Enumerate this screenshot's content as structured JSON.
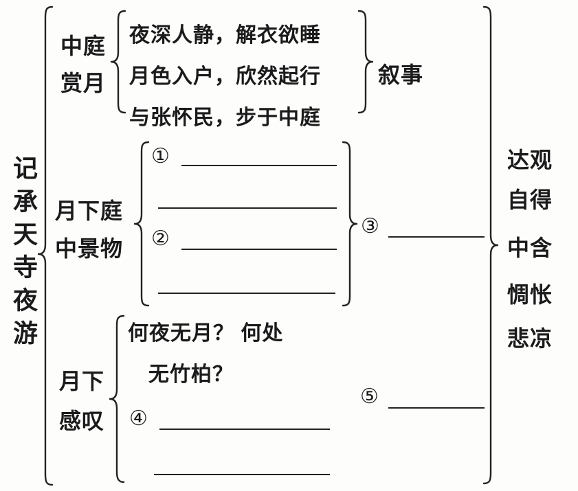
{
  "diagram": {
    "title": "记承天寺夜游",
    "section1": {
      "label_line1": "中庭",
      "label_line2": "赏月",
      "line1": "夜深人静，解衣欲睡",
      "line2": "月色入户，欣然起行",
      "line3": "与张怀民，步于中庭",
      "result": "叙事"
    },
    "section2": {
      "label_line1": "月下庭",
      "label_line2": "中景物",
      "marker1": "①",
      "marker2": "②",
      "result_marker": "③"
    },
    "section3": {
      "label_line1": "月下",
      "label_line2": "感叹",
      "line1": "何夜无月？ 何处",
      "line2": "无竹柏？",
      "marker1": "④",
      "result_marker": "⑤"
    },
    "conclusion": {
      "line1": "达观",
      "line2": "自得",
      "line3": "中含",
      "line4": "惆怅",
      "line5": "悲凉"
    }
  }
}
